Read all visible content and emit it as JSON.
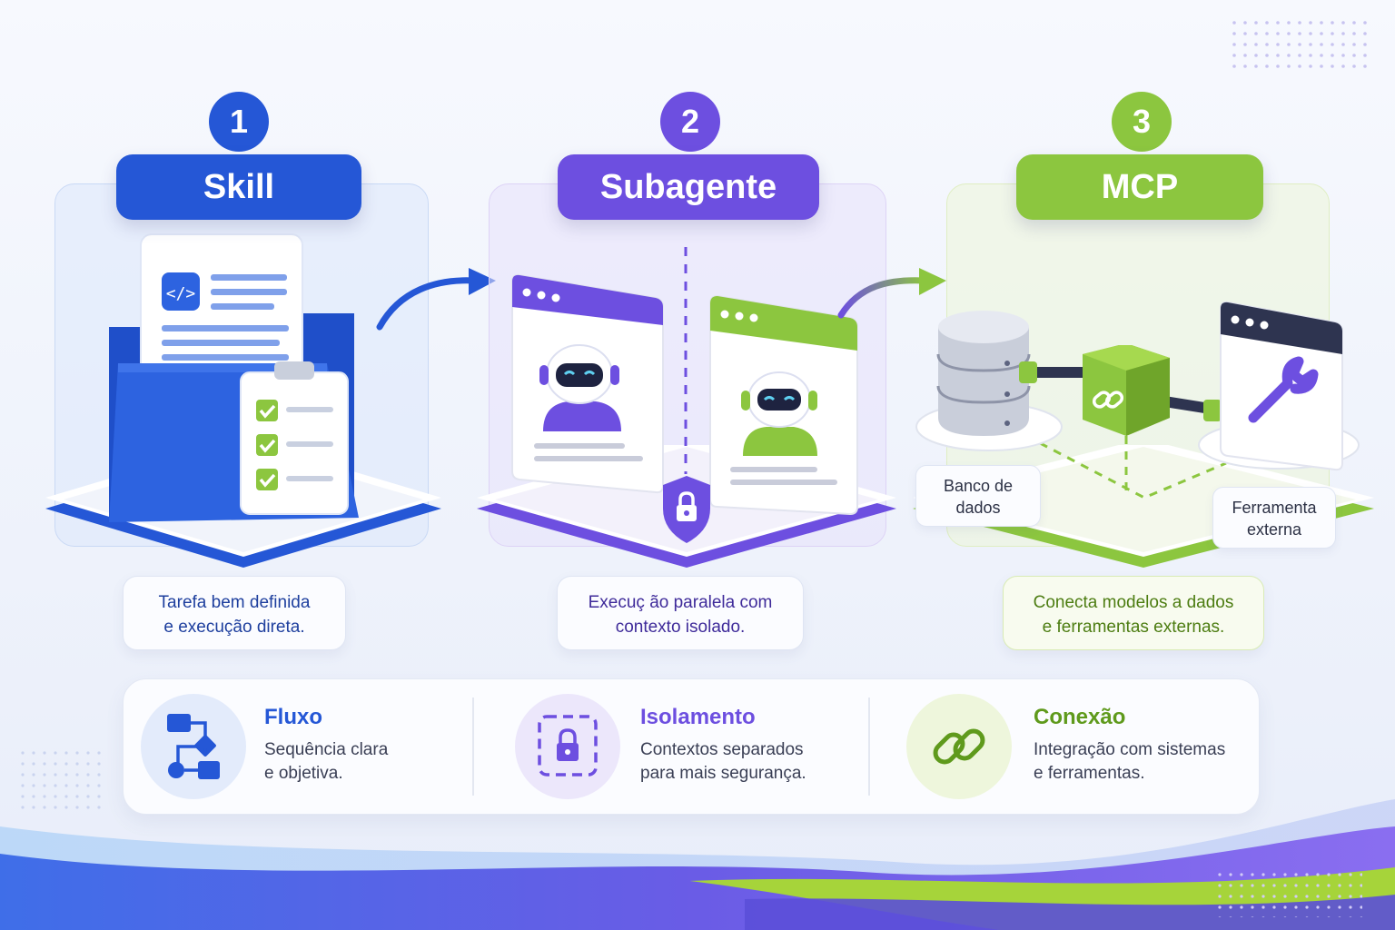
{
  "steps": [
    {
      "number": "1",
      "title": "Skill",
      "caption_line1": "Tarefa bem definida",
      "caption_line2": "e execução direta.",
      "color": "#2557d6"
    },
    {
      "number": "2",
      "title": "Subagente",
      "caption_line1": "Execuç ão paralela com",
      "caption_line2": "contexto isolado.",
      "color": "#6d4fe0"
    },
    {
      "number": "3",
      "title": "MCP",
      "caption_line1": "Conecta modelos a dados",
      "caption_line2": "e ferramentas externas.",
      "color": "#8cc63f"
    }
  ],
  "mcp_labels": {
    "database_line1": "Banco de",
    "database_line2": "dados",
    "tool_line1": "Ferramenta",
    "tool_line2": "externa"
  },
  "features": [
    {
      "title": "Fluxo",
      "desc_line1": "Sequência clara",
      "desc_line2": "e objetiva.",
      "icon": "flowchart-icon",
      "color": "#2557d6"
    },
    {
      "title": "Isolamento",
      "desc_line1": "Contextos separados",
      "desc_line2": "para mais segurança.",
      "icon": "lock-icon",
      "color": "#6d4fe0"
    },
    {
      "title": "Conexão",
      "desc_line1": "Integração com sistemas",
      "desc_line2": "e ferramentas.",
      "icon": "chain-link-icon",
      "color": "#5f9a1c"
    }
  ]
}
